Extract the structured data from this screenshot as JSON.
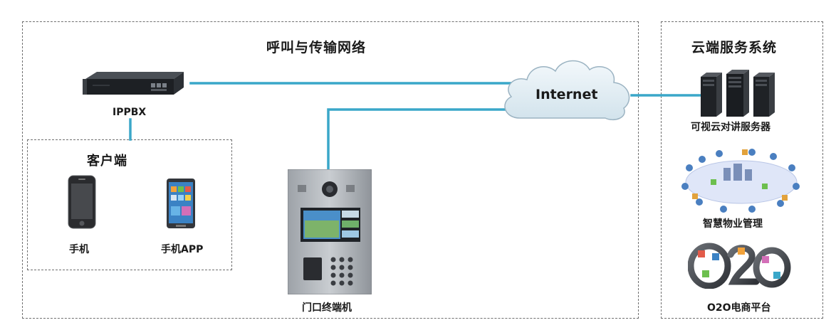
{
  "network_section": {
    "title": "呼叫与传输网络"
  },
  "cloud_section": {
    "title": "云端服务系统"
  },
  "client_section": {
    "title": "客户端"
  },
  "nodes": {
    "ippbx": "IPPBX",
    "internet": "Internet",
    "phone": "手机",
    "phone_app": "手机APP",
    "door_terminal": "门口终端机",
    "video_server": "可视云对讲服务器",
    "property_mgmt": "智慧物业管理",
    "o2o": "O2O电商平台"
  },
  "colors": {
    "link_line": "#3aa7c9",
    "dash_border": "#6f6f6f",
    "cloud_fill": "#e3eef4"
  }
}
